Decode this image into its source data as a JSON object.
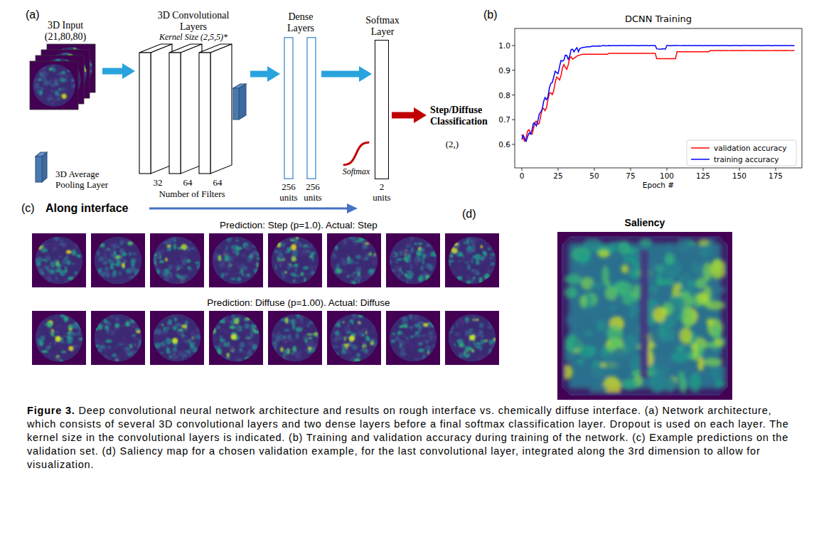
{
  "diagram": {
    "caption": "Figure 3. Deep convolutional neural network architecture and results on rough interface vs. chemically diffuse interface. (a) Network architecture, which consists of several 3D convolutional layers and two dense layers before a final softmax classification layer. Dropout is used on each layer. The kernel size in the convolutional layers is indicated. (b) Training and validation accuracy during training of the network. (c) Example predictions on the validation set. (d) Saliency map for a chosen validation example, for the last convolutional layer, integrated along the 3rd dimension to allow for visualization.",
    "nodes": [
      {
        "text": [
          "3D Input",
          "(21,80,80)"
        ]
      },
      {
        "text": [
          "3D Convolutional Layers",
          "Kernel Size (2,5,5)*"
        ]
      },
      {
        "text": [
          "Dense Layers"
        ]
      },
      {
        "text": [
          "Softmax Layer"
        ]
      },
      {
        "text": [
          "Step/Diffuse Classification"
        ]
      }
    ],
    "edges": [
      {
        "from": 0,
        "to": 1,
        "arrow": "to"
      },
      {
        "from": 1,
        "to": 2,
        "arrow": "to"
      },
      {
        "from": 2,
        "to": 3,
        "arrow": "to"
      },
      {
        "from": 3,
        "to": 4,
        "arrow": "to"
      }
    ],
    "labels": [
      "(a)",
      "32",
      "64",
      "64",
      "Number of Filters",
      "256 units",
      "256 units",
      "Softmax",
      "2 units",
      "(2,)",
      "(b)",
      "DCNN Training",
      "0.6",
      "0.7",
      "0.8",
      "0.9",
      "1.0",
      "0",
      "25",
      "50",
      "75",
      "100",
      "125",
      "150",
      "175",
      "Epoch #",
      "(c)",
      "Along interface",
      "Prediction: Step (p=1.0). Actual: Step",
      "Prediction: Diffuse (p=1.00). Actual: Diffuse",
      "(d)",
      "Saliency"
    ],
    "legend": [
      {
        "text": "3D Average Pooling Layer"
      },
      {
        "text": "validation accuracy"
      },
      {
        "text": "training accuracy"
      }
    ]
  }
}
